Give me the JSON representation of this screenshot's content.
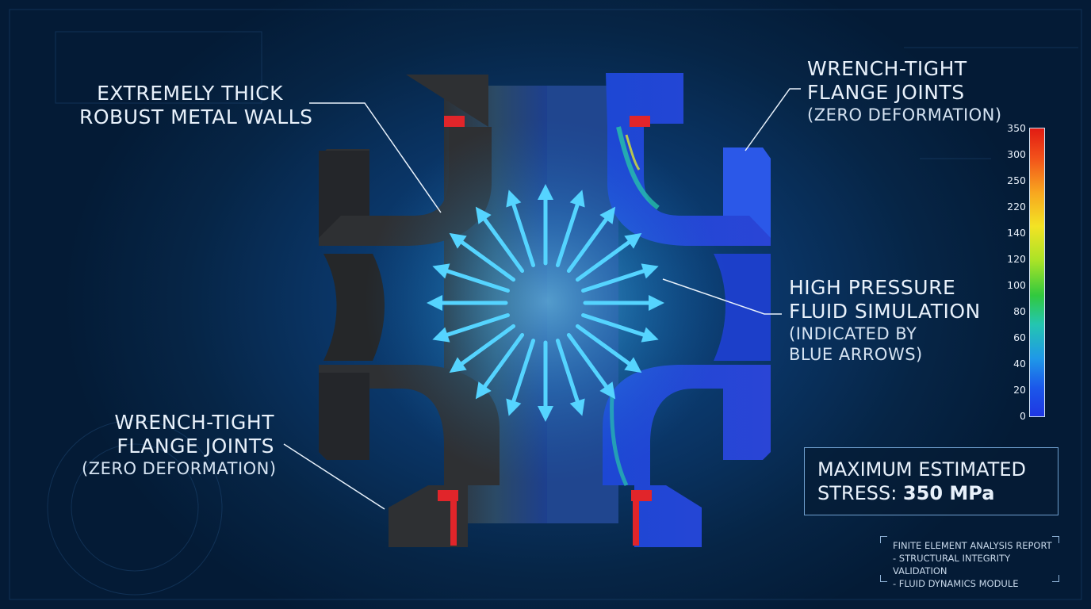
{
  "labels": {
    "walls": {
      "line1": "EXTREMELY THICK",
      "line2": "ROBUST METAL WALLS"
    },
    "flange_top_right": {
      "line1": "WRENCH-TIGHT",
      "line2": "FLANGE JOINTS",
      "line3": "(ZERO DEFORMATION)"
    },
    "flange_bottom_left": {
      "line1": "WRENCH-TIGHT",
      "line2": "FLANGE JOINTS",
      "line3": "(ZERO DEFORMATION)"
    },
    "pressure": {
      "line1": "HIGH PRESSURE",
      "line2": "FLUID SIMULATION",
      "line3": "(INDICATED BY",
      "line4": "BLUE ARROWS)"
    }
  },
  "stress_box": {
    "line1": "MAXIMUM ESTIMATED",
    "prefix": "STRESS: ",
    "value": "350 MPa"
  },
  "report": {
    "line1": "FINITE ELEMENT ANALYSIS REPORT",
    "line2": "- STRUCTURAL INTEGRITY VALIDATION",
    "line3": "- FLUID DYNAMICS MODULE"
  },
  "color_scale": {
    "ticks": [
      "350",
      "300",
      "250",
      "220",
      "140",
      "120",
      "100",
      "80",
      "60",
      "40",
      "20",
      "0"
    ],
    "colors": {
      "max": "#e11b13",
      "mid": "#f3e324",
      "low": "#24c6b0",
      "min": "#1f36e3"
    }
  },
  "colors": {
    "background": "#062546",
    "steel": "#2f3134",
    "stress_blue": "#1f3fd8",
    "arrow": "#55d4ff",
    "seal": "#e1252a"
  }
}
